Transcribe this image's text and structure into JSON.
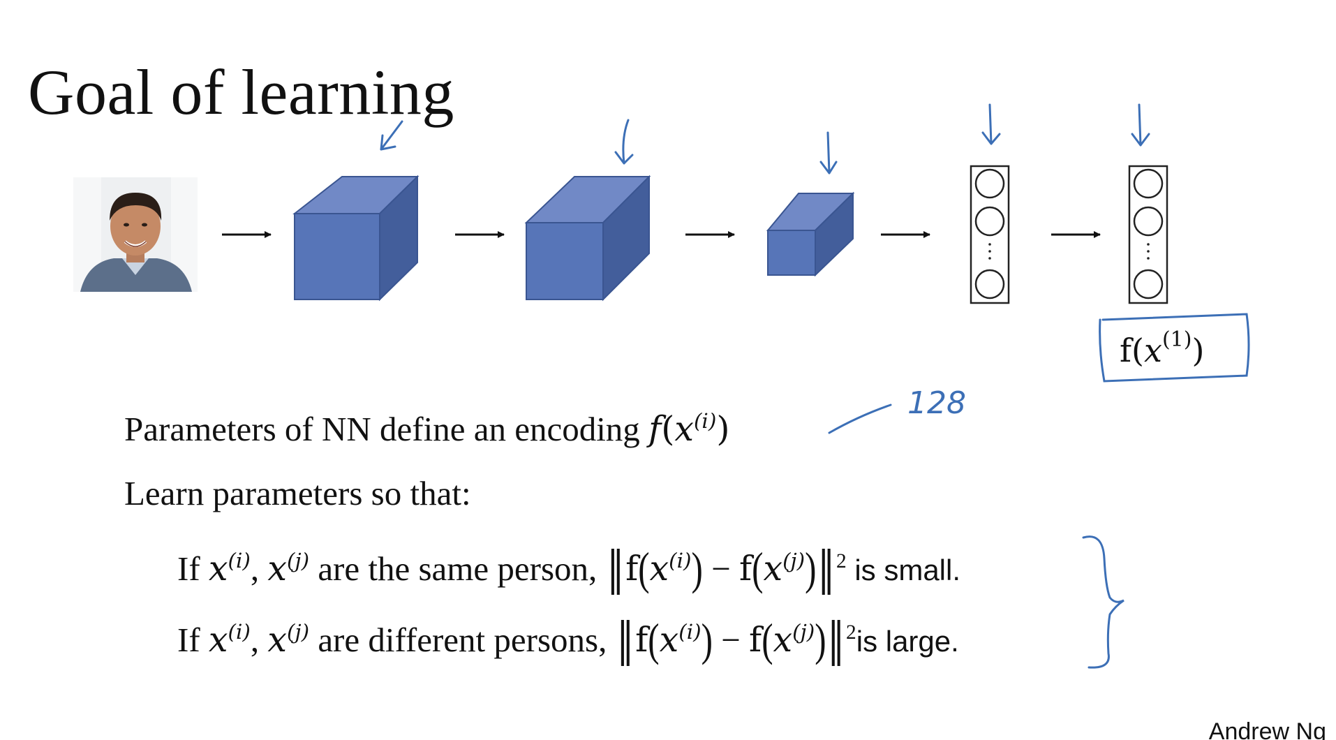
{
  "slide": {
    "title": "Goal of learning",
    "author": "Andrew Ng"
  },
  "diagram": {
    "output_label_f": "f",
    "output_label_arg": "x",
    "output_label_sup": "(1)",
    "annotation_dim": "128",
    "colors": {
      "cube_front": "#5775b8",
      "cube_top": "#7189c6",
      "cube_side": "#435e9b",
      "cube_edge": "#3a5591",
      "ink": "#3c6fb6"
    }
  },
  "text": {
    "line1_prefix": "Parameters of NN define an encoding ",
    "line1_f": "f",
    "line1_x": "x",
    "line1_sup": "(i)",
    "line2": "Learn parameters so that:",
    "line3_if": "If ",
    "line3_xi": "x",
    "line3_xi_sup": "(i)",
    "line3_comma": ", ",
    "line3_xj": "x",
    "line3_xj_sup": "(j)",
    "line3_middle": " are the same person, ",
    "line3_suffix": " is small.",
    "line4_if": "If ",
    "line4_xi": "x",
    "line4_xi_sup": "(i)",
    "line4_comma": ", ",
    "line4_xj": "x",
    "line4_xj_sup": "(j)",
    "line4_middle": " are different persons, ",
    "line4_suffix": "is large.",
    "norm_f": "f",
    "norm_x": "x",
    "norm_sup_i": "(i)",
    "norm_sup_j": "(j)",
    "norm_minus": " − ",
    "norm_power": "2"
  }
}
